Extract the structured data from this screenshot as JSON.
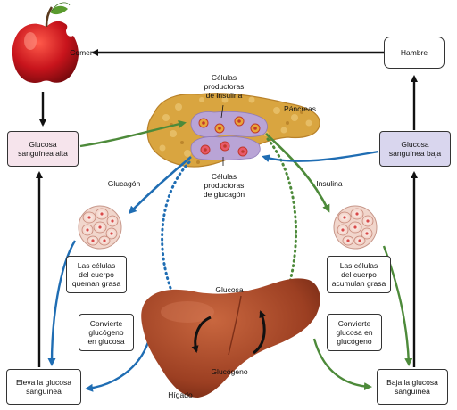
{
  "labels": {
    "comer": "Comer",
    "hambre": "Hambre",
    "glucosa_alta": "Glucosa\nsanguínea alta",
    "glucosa_baja": "Glucosa\nsanguínea baja",
    "celulas_insulina": "Células\nproductoras\nde insulina",
    "pancreas": "Páncreas",
    "celulas_glucagon": "Células\nproductoras\nde glucagón",
    "glucagon": "Glucagón",
    "insulina": "Insulina",
    "queman_grasa": "Las células\ndel cuerpo\nqueman grasa",
    "acumulan_grasa": "Las células\ndel cuerpo\nacumulan grasa",
    "glucosa": "Glucosa",
    "glucogeno": "Glucógeno",
    "higado": "Hígado",
    "convierte_glucogeno": "Convierte\nglucógeno\nen glucosa",
    "convierte_glucosa": "Convierte\nglucosa en\nglucógeno",
    "eleva_glucosa": "Eleva la glucosa\nsanguínea",
    "baja_glucosa": "Baja la glucosa\nsanguínea"
  },
  "colors": {
    "blue_arrow": "#1f6db3",
    "green_arrow": "#4d8a3a",
    "black_arrow": "#111111",
    "liver": "#a8482a",
    "pancreas": "#d9a540",
    "apple": "#c8141c",
    "pink_box": "#f6e4ec",
    "lavender_box": "#d9d6ee"
  },
  "icons": [
    "apple-icon",
    "pancreas-illustration",
    "liver-illustration",
    "fat-cells-icon"
  ]
}
